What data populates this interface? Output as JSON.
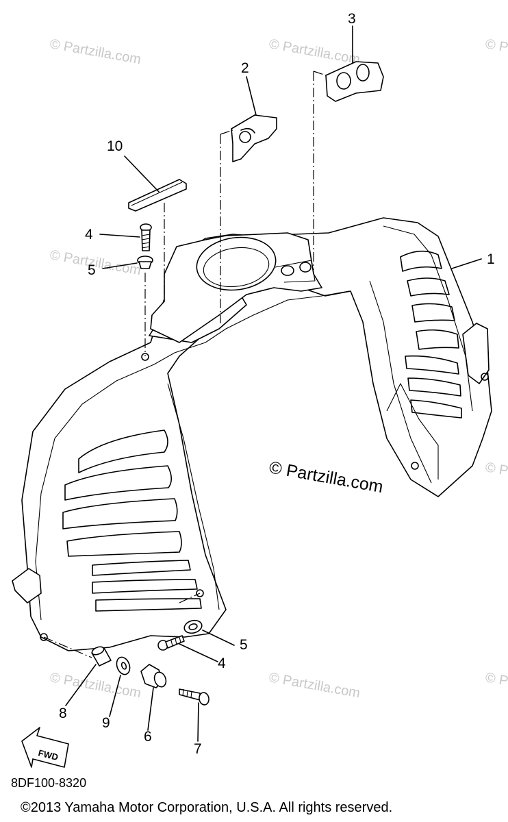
{
  "diagram": {
    "callouts": [
      "1",
      "2",
      "3",
      "4",
      "5",
      "4",
      "5",
      "6",
      "7",
      "8",
      "9",
      "10"
    ],
    "watermark": "© Partzilla.com",
    "part_code": "8DF100-8320",
    "direction_label": "FWD",
    "copyright": "©2013 Yamaha Motor Corporation, U.S.A. All rights reserved."
  }
}
